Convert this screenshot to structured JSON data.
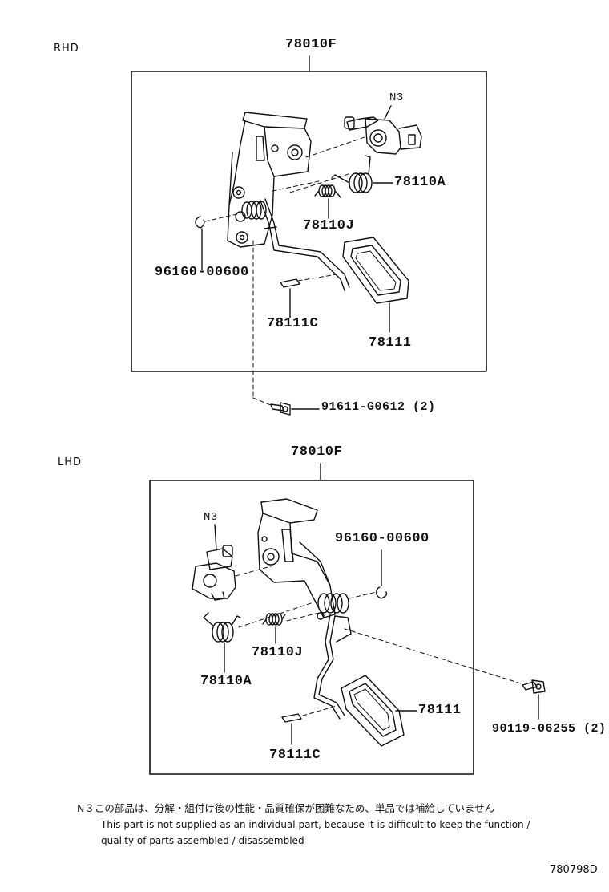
{
  "rhd": {
    "side_label": "RHD",
    "assembly": "78010F",
    "labels": {
      "n3": "N3",
      "spring_a": "78110A",
      "spring_j": "78110J",
      "clip": "96160-00600",
      "pin": "78111C",
      "pad": "78111",
      "bolt": "91611-G0612 (2)"
    }
  },
  "lhd": {
    "side_label": "LHD",
    "assembly": "78010F",
    "labels": {
      "n3": "N3",
      "clip": "96160-00600",
      "spring_j": "78110J",
      "spring_a": "78110A",
      "pad": "78111",
      "bolt": "90119-06255 (2)",
      "pin": "78111C"
    }
  },
  "note": {
    "jp": "N３この部品は、分解・組付け後の性能・品質確保が困難なため、単品では補給していません",
    "en1": "This part is not supplied as an individual part, because it is difficult to keep the function /",
    "en2": "quality of parts assembled / disassembled"
  },
  "figure_id": "780798D",
  "colors": {
    "line": "#111111",
    "background": "#ffffff"
  }
}
